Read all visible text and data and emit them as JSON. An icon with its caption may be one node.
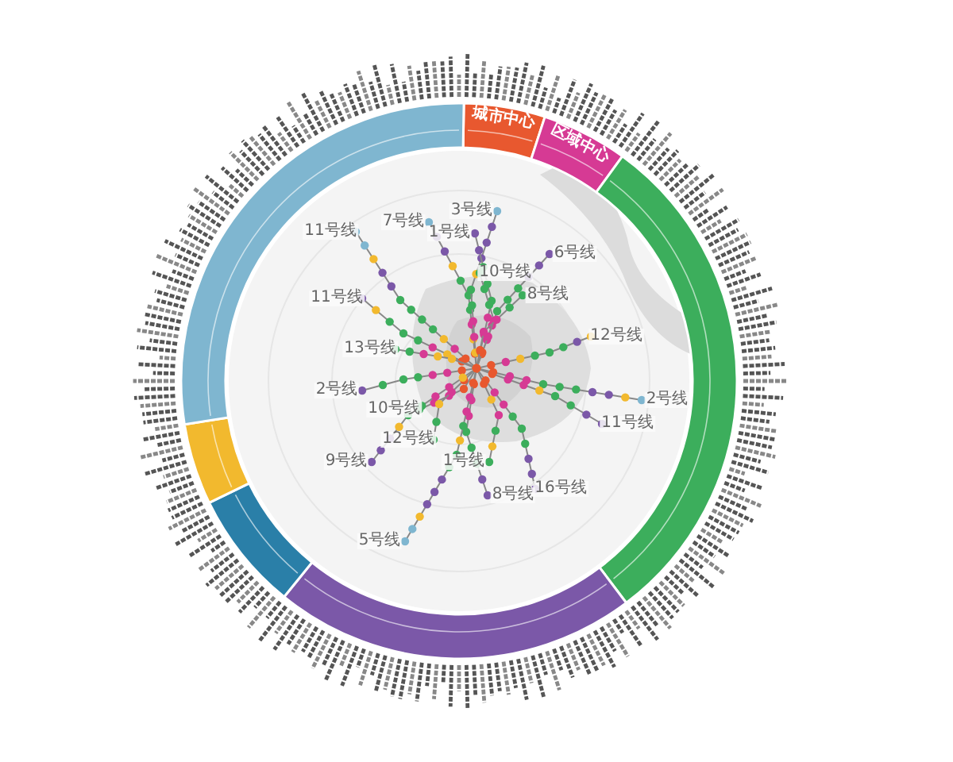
{
  "diagram": {
    "nodes": [
      {
        "text": [
          "城市中心"
        ]
      },
      {
        "text": [
          "区域中心"
        ]
      },
      {
        "text": [],
        "shape": "band"
      },
      {
        "text": [],
        "shape": "band"
      },
      {
        "text": [],
        "shape": "band"
      },
      {
        "text": [],
        "shape": "band"
      },
      {
        "text": [],
        "shape": "band"
      }
    ],
    "labels": [
      "11号线",
      "7号线",
      "3号线",
      "1号线",
      "6号线",
      "10号线",
      "8号线",
      "12号线",
      "11号线",
      "13号线",
      "2号线",
      "10号线",
      "2号线",
      "11号线",
      "12号线",
      "1号线",
      "9号线",
      "16号线",
      "8号线",
      "5号线"
    ]
  }
}
